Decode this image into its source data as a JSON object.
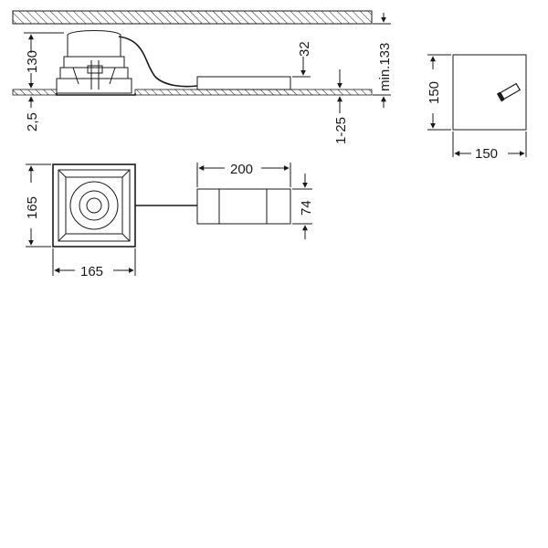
{
  "drawing": {
    "dimensions": {
      "height_130": "130",
      "thickness_2_5": "2,5",
      "driver_height_32": "32",
      "ceiling_1_25": "1-25",
      "min_133": "min.133",
      "cutout_150_v": "150",
      "cutout_150_h": "150",
      "width_165_v": "165",
      "width_165_h": "165",
      "driver_200": "200",
      "driver_74": "74"
    }
  }
}
